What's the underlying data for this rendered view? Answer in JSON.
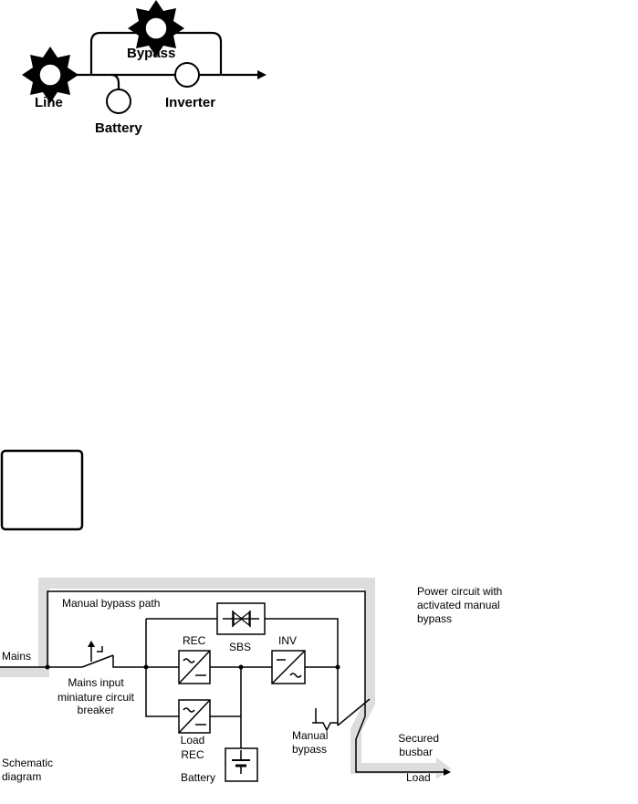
{
  "status_panel": {
    "line_label": "Line",
    "bypass_label": "Bypass",
    "inverter_label": "Inverter",
    "battery_label": "Battery"
  },
  "schematic": {
    "manual_bypass_path": "Manual bypass path",
    "mains": "Mains",
    "rec": "REC",
    "sbs": "SBS",
    "inv": "INV",
    "mains_breaker": [
      "Mains input",
      "miniature circuit",
      "breaker"
    ],
    "load_rec": [
      "Load",
      "REC"
    ],
    "battery": "Battery",
    "manual_bypass": [
      "Manual",
      "bypass"
    ],
    "secured_busbar": [
      "Secured",
      "busbar"
    ],
    "load": "Load",
    "schematic_diagram": [
      "Schematic",
      "diagram"
    ],
    "power_circuit_note": [
      "Power circuit with",
      "activated manual",
      "bypass"
    ]
  }
}
